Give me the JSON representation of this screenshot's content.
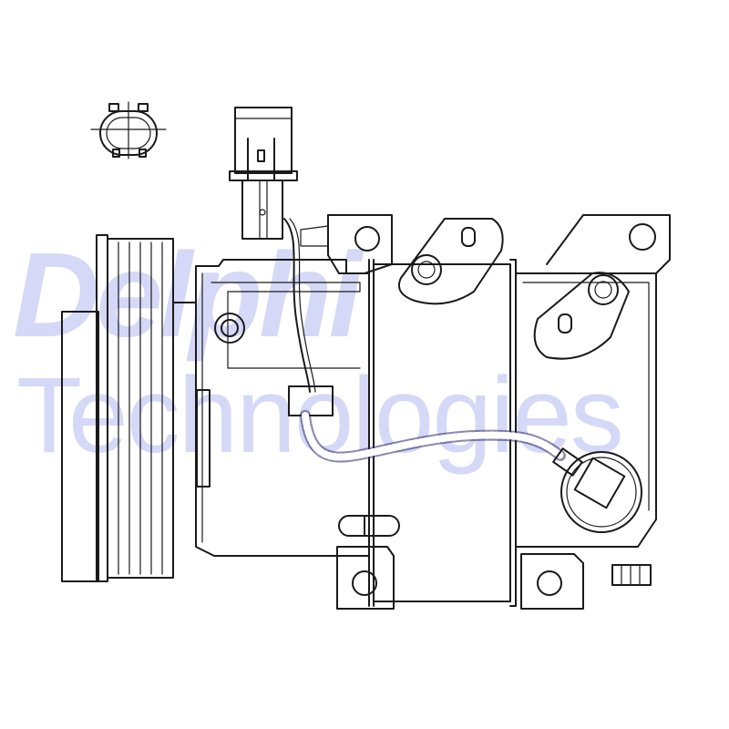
{
  "watermark": {
    "brand": "Delphi",
    "subtitle": "Technologies",
    "color": "#d6d8f7"
  },
  "drawing": {
    "subject": "ac-compressor-line-drawing",
    "line_color": "#1a1a1a",
    "parts": [
      "connector-end-view",
      "connector-side-view",
      "pulley",
      "compressor-body",
      "mounting-brackets",
      "braided-cable",
      "sensor-plug"
    ]
  }
}
